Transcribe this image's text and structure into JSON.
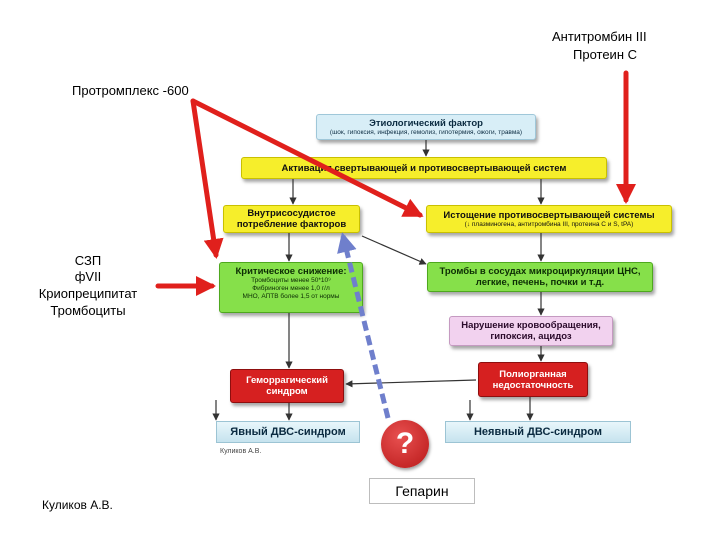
{
  "labels": {
    "antithrombin": "Антитромбин III",
    "protein_c": "Протеин С",
    "prothromplex": "Протромплекс -600",
    "szp": "СЗП",
    "fvii": "фVII",
    "cryo": "Криопреципитат",
    "platelets": "Тромбоциты",
    "author": "Куликов А.В.",
    "heparin": "Гепарин",
    "question": "?"
  },
  "diagram": {
    "etiology": {
      "title": "Этиологический фактор",
      "sub": "(шок, гипоксия, инфекция, гемолиз, гипотермия, ожоги, травма)"
    },
    "activation": "Активация свертывающей и противосвертывающей систем",
    "intravascular": "Внутрисосудистое потребление факторов",
    "depletion": {
      "title": "Истощение противосвертывающей системы",
      "sub": "(↓ плазминогена, антитромбина III, протеина С и S, tPA)"
    },
    "critical": {
      "title": "Критическое снижение:",
      "lines": [
        "Тромбоциты менее 50*10⁹",
        "Фибриноген менее 1,0 г/л",
        "МНО, АПТВ более 1,5 от нормы"
      ]
    },
    "microthrombi": "Тромбы в сосудах микроциркуляции ЦНС, легкие, печень, почки и т.д.",
    "circulation": "Нарушение кровообращения, гипоксия, ацидоз",
    "hemorrhagic": "Геморрагический синдром",
    "organ_failure": "Полиорганная недостаточность",
    "overt": "Явный ДВС-синдром",
    "nonovert": "Неявный ДВС-синдром",
    "author_small": "Куликов А.В."
  },
  "colors": {
    "arrow_red": "#e0201c",
    "arrow_blue": "#6f7fcc",
    "yellow": "#f6ee2b",
    "green": "#86e04a",
    "red": "#d62020"
  }
}
